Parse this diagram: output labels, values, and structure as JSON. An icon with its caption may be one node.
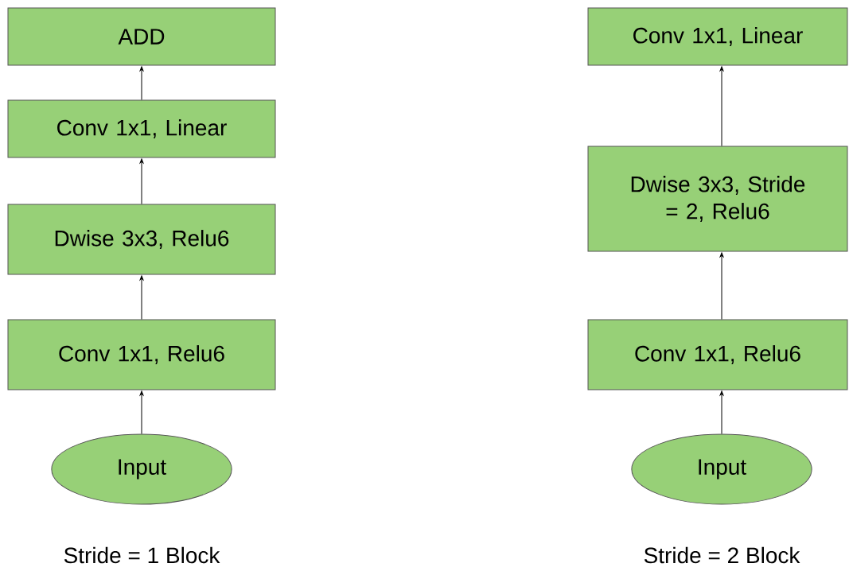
{
  "diagram": {
    "nodes": [
      {
        "text": [
          "ADD"
        ]
      },
      {
        "text": [
          "Conv 1x1, Linear"
        ]
      },
      {
        "text": [
          "Dwise 3x3, Relu6"
        ]
      },
      {
        "text": [
          "Conv 1x1, Relu6"
        ]
      },
      {
        "text": [
          "Input"
        ]
      },
      {
        "text": [
          "Conv 1x1, Linear"
        ]
      },
      {
        "text": [
          "Dwise 3x3, Stride = 2, Relu6"
        ]
      },
      {
        "text": [
          "Conv 1x1, Relu6"
        ]
      },
      {
        "text": [
          "Input"
        ]
      }
    ],
    "edges": [
      {
        "from": 4,
        "to": 3,
        "arrow": "to"
      },
      {
        "from": 3,
        "to": 2,
        "arrow": "to"
      },
      {
        "from": 2,
        "to": 1,
        "arrow": "to"
      },
      {
        "from": 1,
        "to": 0,
        "arrow": "to"
      },
      {
        "from": 8,
        "to": 7,
        "arrow": "to"
      },
      {
        "from": 7,
        "to": 6,
        "arrow": "to"
      },
      {
        "from": 6,
        "to": 5,
        "arrow": "to"
      }
    ],
    "labels": [
      "Stride = 1 Block",
      "Stride = 2 Block"
    ]
  }
}
